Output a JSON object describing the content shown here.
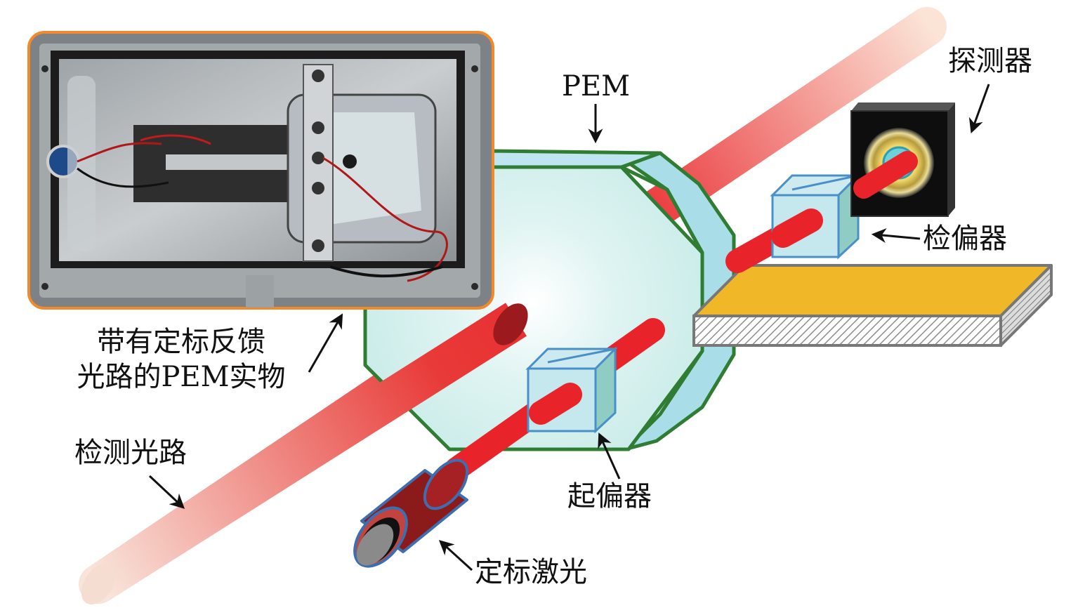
{
  "labels": {
    "pem": "PEM",
    "detector": "探测器",
    "analyzer": "检偏器",
    "photo_caption_line1": "带有定标反馈",
    "photo_caption_line2": "光路的PEM实物",
    "detection_path": "检测光路",
    "polarizer": "起偏器",
    "calibration_laser": "定标激光"
  },
  "colors": {
    "beam_red": "#e8242a",
    "beam_fade": "#f7d8cc",
    "pem_fill": "#c8ecec",
    "pem_edge": "#2e7d32",
    "polarizer_fill": "#bfe6ee",
    "polarizer_edge": "#4a90c8",
    "stage_top": "#f0b829",
    "photo_frame": "#f08a2c",
    "laser_body": "#8b1a1a"
  }
}
